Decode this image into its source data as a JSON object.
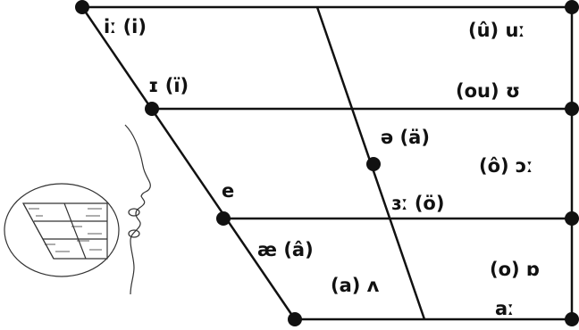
{
  "colors": {
    "ink": "#111111",
    "background": "#ffffff",
    "thumbnail_ink": "#333333"
  },
  "vowel_labels": {
    "i_long": "iː (i)",
    "u_long": "(û) uː",
    "i_short": "ɪ (ï)",
    "u_short": "(ou) ʊ",
    "schwa": "ə (ä)",
    "o_long": "(ô) ɔː",
    "e": "e",
    "er_long": "ɜː (ö)",
    "ae": "æ (â)",
    "wedge": "(a) ʌ",
    "o_short": "(o) ɒ",
    "a_long": "aː"
  },
  "thumbnail": {
    "icon": "vowel-chart-head-profile-icon"
  }
}
